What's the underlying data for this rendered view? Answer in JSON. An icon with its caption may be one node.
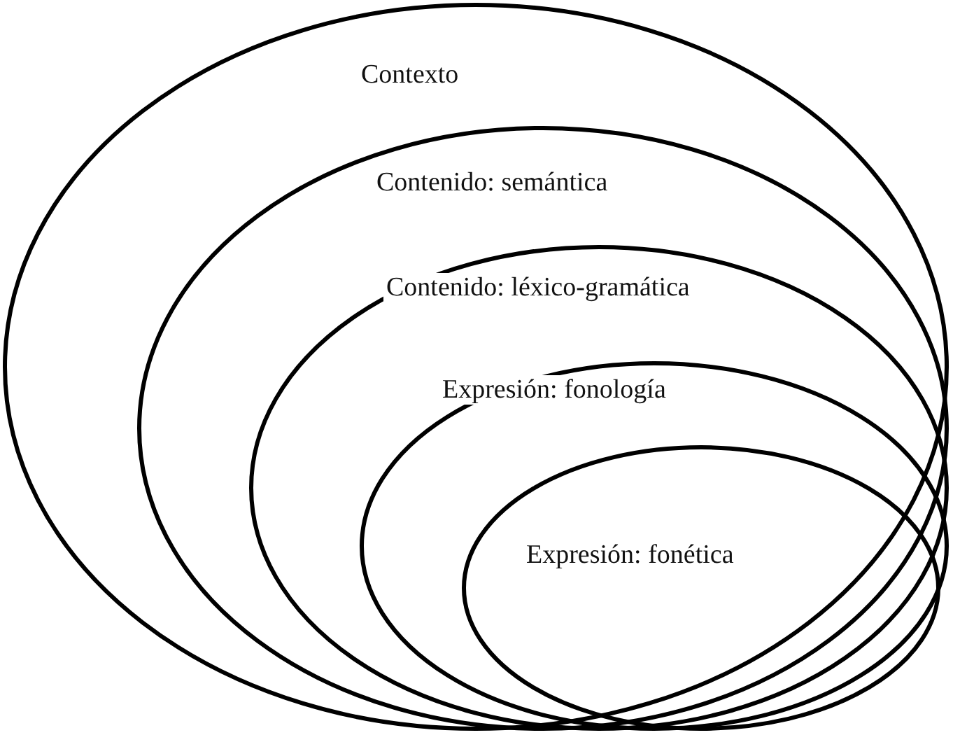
{
  "diagram": {
    "nodes": [
      {
        "text": [
          "Contexto"
        ]
      },
      {
        "text": [
          "Contenido: semántica"
        ],
        "in": 0
      },
      {
        "text": [
          "Contenido: léxico-gramática"
        ],
        "in": 1
      },
      {
        "text": [
          "Expresión: fonología"
        ],
        "in": 2
      },
      {
        "text": [
          "Expresión: fonética"
        ],
        "in": 3
      }
    ]
  }
}
